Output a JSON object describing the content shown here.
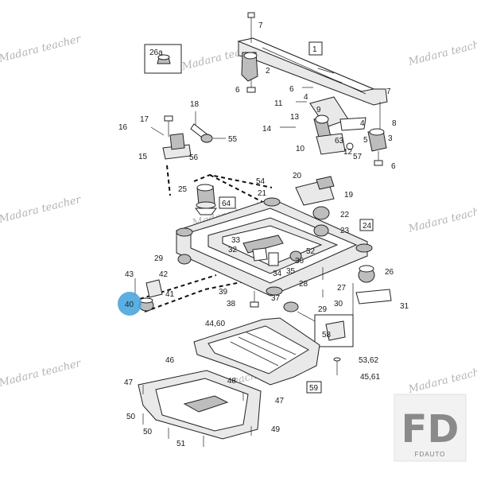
{
  "diagram": {
    "labels": {
      "l1": "1",
      "l2": "2",
      "l3": "3",
      "l4": "4",
      "l4b": "4",
      "l5": "5",
      "l6a": "6",
      "l6b": "6",
      "l6c": "6",
      "l7a": "7",
      "l7b": "7",
      "l8": "8",
      "l9": "9",
      "l10": "10",
      "l11": "11",
      "l12": "12",
      "l13": "13",
      "l14": "14",
      "l15": "15",
      "l16": "16",
      "l17": "17",
      "l18": "18",
      "l19": "19",
      "l20": "20",
      "l21": "21",
      "l22": "22",
      "l23": "23",
      "l24": "24",
      "l25": "25",
      "l26": "26",
      "l26a": "26a",
      "l27": "27",
      "l28": "28",
      "l29a": "29",
      "l29b": "29",
      "l30": "30",
      "l31": "31",
      "l32": "32",
      "l33": "33",
      "l34": "34",
      "l35": "35",
      "l36": "36",
      "l37": "37",
      "l38": "38",
      "l39": "39",
      "l40": "40",
      "l41": "41",
      "l42": "42",
      "l43": "43",
      "l4460": "44,60",
      "l4561": "45,61",
      "l46": "46",
      "l47a": "47",
      "l47b": "47",
      "l48": "48",
      "l49": "49",
      "l50a": "50",
      "l50b": "50",
      "l51": "51",
      "l52": "52",
      "l5362": "53,62",
      "l54": "54",
      "l55": "55",
      "l56": "56",
      "l57": "57",
      "l58": "58",
      "l59": "59",
      "l63": "63",
      "l64": "64"
    },
    "highlight_label": "40",
    "highlight_color": "#4aa6dc"
  },
  "watermark": {
    "text": "Madara teacher"
  },
  "logo": {
    "mark": "FD",
    "caption": "FDAUTO"
  }
}
